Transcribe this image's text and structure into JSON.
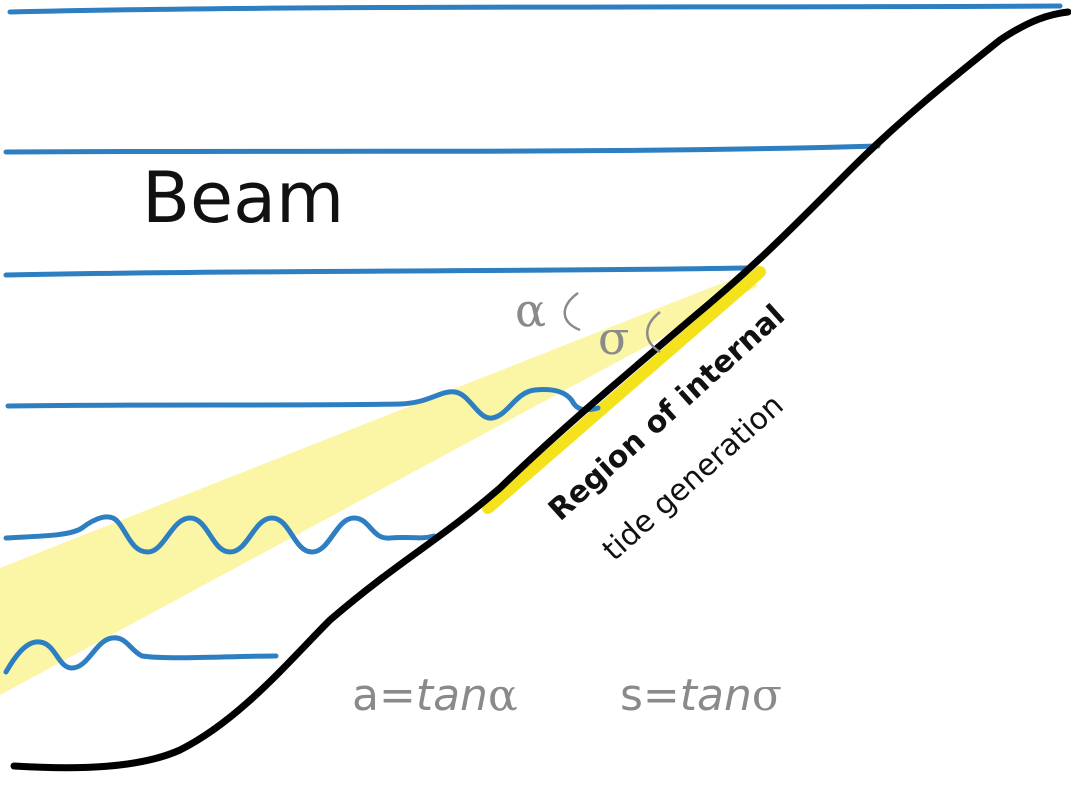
{
  "labels": {
    "beam": "Beam",
    "region_line1": "Region of internal",
    "region_line2": "tide generation",
    "alpha_symbol": "α",
    "sigma_symbol": "σ"
  },
  "equations": {
    "slope_a_lhs": "a=",
    "slope_a_func": "tan",
    "slope_a_var": "α",
    "slope_s_lhs": "s=",
    "slope_s_func": "tan",
    "slope_s_var": "σ"
  },
  "colors": {
    "isopycnal_lines": "#2e7fc1",
    "beam_fill": "#fbf5a6",
    "generation_region": "#f4e21c",
    "topography": "#000000",
    "annotations": "#8a8a8a"
  }
}
